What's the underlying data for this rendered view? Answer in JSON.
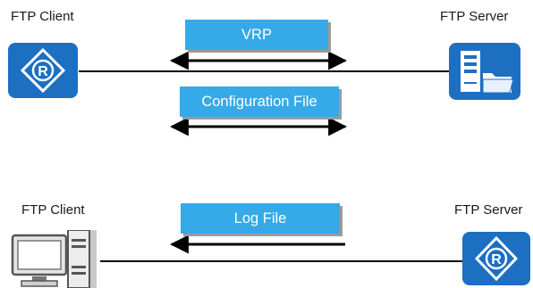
{
  "top": {
    "client_label": "FTP Client",
    "server_label": "FTP Server",
    "file1_label": "VRP",
    "file2_label": "Configuration File",
    "client_icon": "router-icon",
    "server_icon": "file-server-icon"
  },
  "bottom": {
    "client_label": "FTP Client",
    "server_label": "FTP Server",
    "file_label": "Log File",
    "client_icon": "desktop-computer-icon",
    "server_icon": "router-icon"
  },
  "colors": {
    "device_blue": "#1d6fc2",
    "file_box": "#36a9e8",
    "line": "#000000"
  }
}
